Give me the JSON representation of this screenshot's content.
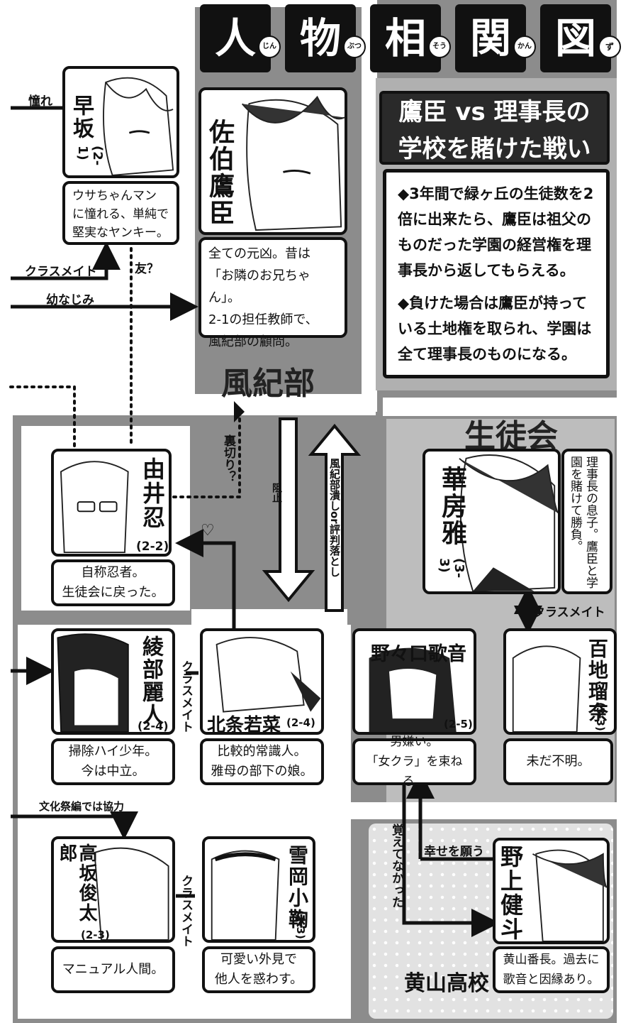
{
  "title_chars": [
    {
      "char": "人",
      "ruby": "じん"
    },
    {
      "char": "物",
      "ruby": "ぶつ"
    },
    {
      "char": "相",
      "ruby": "そう"
    },
    {
      "char": "関",
      "ruby": "かん"
    },
    {
      "char": "図",
      "ruby": "ず"
    }
  ],
  "groups": {
    "fuuki": "風紀部",
    "seitokai": "生徒会",
    "kiyama": "黄山高校"
  },
  "battle": {
    "title_line1": "鷹臣 vs 理事長の",
    "title_line2": "学校を賭けた戦い",
    "rule1": "◆3年間で緑ヶ丘の生徒数を2倍に出来たら、鷹臣は祖父のものだった学園の経営権を理事長から返してもらえる。",
    "rule2": "◆負けた場合は鷹臣が持っている土地権を取られ、学園は全て理事長のものになる。"
  },
  "characters": {
    "hayasaka": {
      "name": "早坂",
      "grade": "(2-1)",
      "desc": [
        "ウサちゃんマン",
        "に憧れる、単純で",
        "堅実なヤンキー。"
      ]
    },
    "saeki": {
      "name": "佐伯鷹臣",
      "desc": [
        "全ての元凶。昔は",
        "「お隣のお兄ちゃん」。",
        "2-1の担任教師で、",
        "風紀部の顧問。"
      ]
    },
    "yui": {
      "name": "由井忍",
      "grade": "(2-2)",
      "desc": [
        "自称忍者。",
        "生徒会に戻った。"
      ]
    },
    "hanafusa": {
      "name": "華房雅",
      "grade": "(3-3)",
      "desc": "理事長の息子。鷹臣と学園を賭けて勝負。"
    },
    "ayabe": {
      "name": "綾部麗人",
      "grade": "(2-4)",
      "desc": [
        "掃除ハイ少年。",
        "今は中立。"
      ]
    },
    "hojo": {
      "name": "北条若菜",
      "grade": "(2-4)",
      "desc": [
        "比較的常識人。",
        "雅母の部下の娘。"
      ]
    },
    "nonoguchi": {
      "name": "野々口歌音",
      "grade": "(2-5)",
      "desc": [
        "男嫌い。",
        "「女クラ」を束ねる。"
      ]
    },
    "momochi": {
      "name": "百地瑠奈",
      "grade": "(3-3)",
      "desc": [
        "未だ不明。"
      ]
    },
    "kousaka": {
      "name": "高坂俊太郎",
      "grade": "(2-3)",
      "desc": [
        "マニュアル人間。"
      ]
    },
    "yukioka": {
      "name": "雪岡小鞠",
      "grade": "(2-3)",
      "desc": [
        "可愛い外見で",
        "他人を惑わす。"
      ]
    },
    "nogami": {
      "name": "野上健斗",
      "desc": [
        "黄山番長。過去に",
        "歌音と因縁あり。"
      ]
    }
  },
  "relations": {
    "akogare": "憧れ",
    "classmate": "クラスメイト",
    "osananajimi": "幼なじみ",
    "tomo": "友？",
    "uragiri": "裏切り？",
    "soshi": "阻止",
    "fuuki_tsubushi": "風紀部潰しor評判落とし",
    "heart": "♡",
    "bunkasai": "文化祭編では協力",
    "shiawase": "幸せを願う",
    "oboete": "覚えてなかった"
  },
  "colors": {
    "background": "#8c8c8c",
    "lane": "#ffffff",
    "ink": "#111111"
  }
}
